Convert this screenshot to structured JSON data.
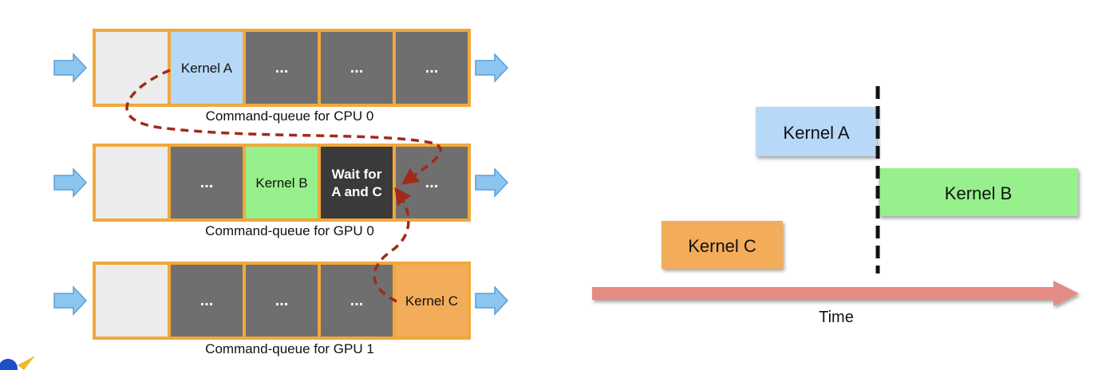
{
  "queues": [
    {
      "label": "Command-queue for CPU 0",
      "slots": [
        {
          "text": "",
          "kind": "empty"
        },
        {
          "text": "Kernel A",
          "kind": "kernel-a"
        },
        {
          "text": "...",
          "kind": "busy"
        },
        {
          "text": "...",
          "kind": "busy"
        },
        {
          "text": "...",
          "kind": "busy"
        }
      ]
    },
    {
      "label": "Command-queue for GPU 0",
      "slots": [
        {
          "text": "",
          "kind": "empty"
        },
        {
          "text": "...",
          "kind": "busy"
        },
        {
          "text": "Kernel B",
          "kind": "kernel-b"
        },
        {
          "text": [
            "Wait for",
            "A and C"
          ],
          "kind": "wait"
        },
        {
          "text": "...",
          "kind": "busy"
        }
      ]
    },
    {
      "label": "Command-queue for GPU 1",
      "slots": [
        {
          "text": "",
          "kind": "empty"
        },
        {
          "text": "...",
          "kind": "busy"
        },
        {
          "text": "...",
          "kind": "busy"
        },
        {
          "text": "...",
          "kind": "busy"
        },
        {
          "text": "Kernel C",
          "kind": "kernel-c"
        }
      ]
    }
  ],
  "timeline": {
    "kernel_a": "Kernel A",
    "kernel_b": "Kernel B",
    "kernel_c": "Kernel C",
    "axis_label": "Time"
  },
  "colors": {
    "queue_border": "#f0a83c",
    "empty": "#ececec",
    "busy": "#6f6f6f",
    "kernel_a": "#b7d8f7",
    "kernel_b": "#96f08c",
    "kernel_c": "#f2ac5a",
    "wait": "#3a3a3a",
    "arrow_fill": "#8cc6f0",
    "arrow_stroke": "#5a9fd8",
    "dependency": "#a12a1a",
    "time_arrow": "#e58c84"
  }
}
